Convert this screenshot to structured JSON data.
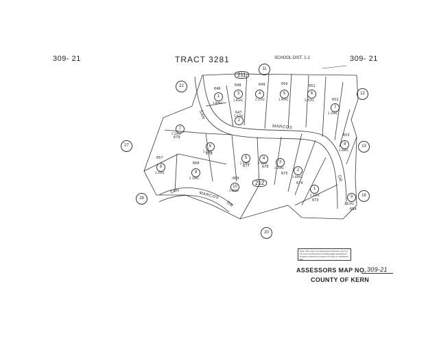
{
  "header": {
    "map_ref_left": "309- 21",
    "title": "TRACT 3281",
    "school_dist": "SCHOOL DIST. 1-1",
    "map_ref_right": "309- 21"
  },
  "neighbor_blocks": [
    "11",
    "12",
    "13",
    "16",
    "20",
    "22",
    "27",
    "28"
  ],
  "tract_numbers": [
    "211",
    "212"
  ],
  "streets": {
    "san_marcos_top_left": "SAN",
    "san_marcos_top_right": "MARCOS",
    "san_marcos_bottom_left": "SAN",
    "san_marcos_bottom_mid": "MARCOS",
    "san_marcos_bottom_right": "DR",
    "dr_right": "DR"
  },
  "lots": [
    {
      "num": "646",
      "circle": "1",
      "acres": "1.89AC"
    },
    {
      "num": "647",
      "circle": "2",
      "acres": "1.87AC"
    },
    {
      "num": "648",
      "circle": "3",
      "acres": "1.90AC"
    },
    {
      "num": "649",
      "circle": "4",
      "acres": "2.17AC"
    },
    {
      "num": "650",
      "circle": "5",
      "acres": "1.95AC"
    },
    {
      "num": "651",
      "circle": "6",
      "acres": "2.45AC"
    },
    {
      "num": "652",
      "circle": "7",
      "acres": "2.10AC"
    },
    {
      "num": "653",
      "circle": "8",
      "acres": "2.08AC"
    },
    {
      "num": "654",
      "circle": "9",
      "acres": "2.03AC"
    },
    {
      "num": "673",
      "circle": "1",
      "acres": "2.30AC"
    },
    {
      "num": "674",
      "circle": "2",
      "acres": "2.08AC"
    },
    {
      "num": "675",
      "circle": "3",
      "acres": "2.29AC"
    },
    {
      "num": "676",
      "circle": "4",
      "acres": "2.15AC"
    },
    {
      "num": "677",
      "circle": "5",
      "acres": "2.25AC"
    },
    {
      "num": "678",
      "circle": "6",
      "acres": "2.05AC"
    },
    {
      "num": "679",
      "circle": "7",
      "acres": "2.54AC"
    },
    {
      "num": "657",
      "circle": "8",
      "acres": "2.26AC"
    },
    {
      "num": "668",
      "circle": "9",
      "acres": "2.19AC"
    },
    {
      "num": "669",
      "circle": "10",
      "acres": "2.06AC"
    }
  ],
  "note": "Note: This map is for assessment purposes only. It is not to be construed as portraying legal ownership or divisions of land for purposes of zoning or subdivision law.",
  "footer": {
    "map_no_label": "ASSESSORS MAP NO.",
    "map_no_value": "309-21",
    "county": "COUNTY OF KERN"
  }
}
